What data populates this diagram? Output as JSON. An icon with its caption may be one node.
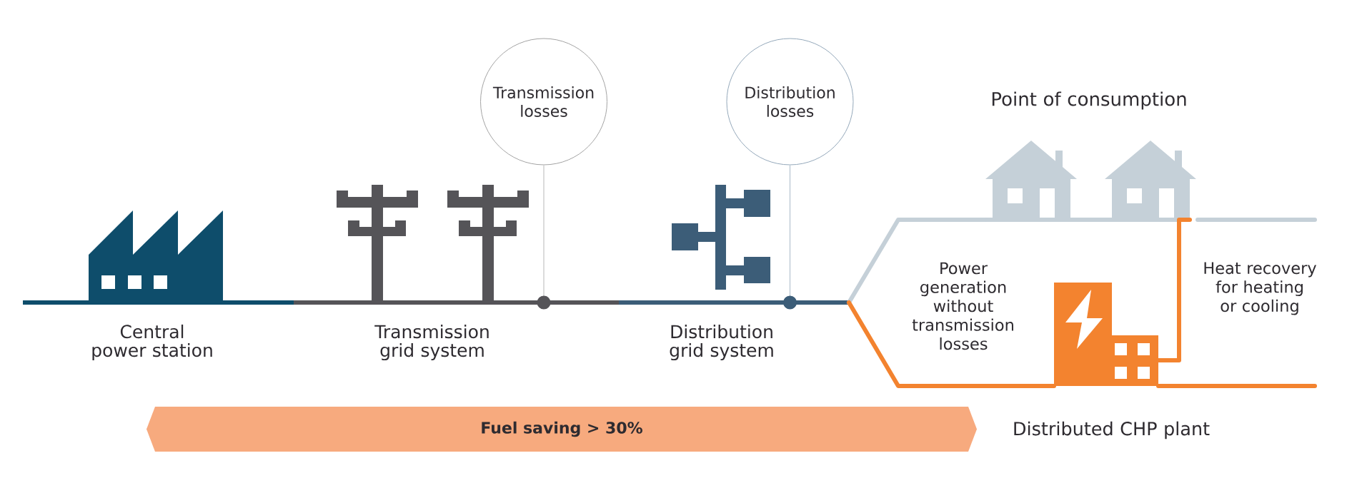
{
  "diagram": {
    "nodes": [
      {
        "text": [
          "Central power station"
        ]
      },
      {
        "text": [
          "Transmission grid system"
        ]
      },
      {
        "text": [
          "Transmission losses"
        ]
      },
      {
        "text": [
          "Distribution grid system"
        ]
      },
      {
        "text": [
          "Distribution losses"
        ]
      },
      {
        "text": [
          "Point of consumption"
        ]
      },
      {
        "text": [
          "Distributed CHP plant"
        ]
      },
      {
        "text": [
          "Fuel saving > 30%"
        ]
      }
    ],
    "edges": [
      {
        "from": 2,
        "to": 1,
        "arrow": "other",
        "color": "#c4c4c4"
      },
      {
        "from": 4,
        "to": 3,
        "arrow": "other",
        "color": "#b4c2ce"
      },
      {
        "from": 3,
        "to": 5,
        "arrow": "none",
        "color": "#c5d0d8"
      },
      {
        "from": 3,
        "to": 6,
        "arrow": "none",
        "color": "#f3832f"
      },
      {
        "from": 6,
        "to": 5,
        "arrow": "none",
        "color": "#f3832f"
      }
    ],
    "labels": [
      "Power generation without transmission losses",
      "Heat recovery for heating or cooling"
    ]
  }
}
